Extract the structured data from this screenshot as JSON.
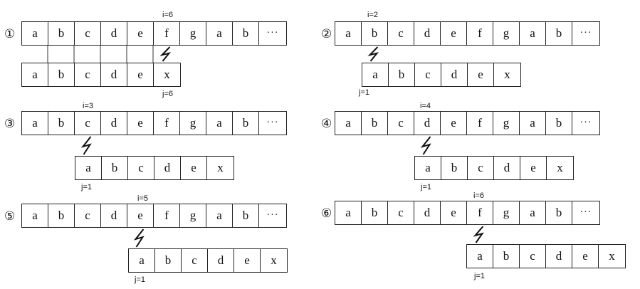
{
  "panels": [
    {
      "num": "①",
      "i_label": "i=6",
      "j_label": "j=6"
    },
    {
      "num": "②",
      "i_label": "i=2",
      "j_label": "j=1"
    },
    {
      "num": "③",
      "i_label": "i=3",
      "j_label": "j=1"
    },
    {
      "num": "④",
      "i_label": "i=4",
      "j_label": "j=1"
    },
    {
      "num": "⑤",
      "i_label": "i=5",
      "j_label": "j=1"
    },
    {
      "num": "⑥",
      "i_label": "i=6",
      "j_label": "j=1"
    }
  ],
  "main_string": [
    "a",
    "b",
    "c",
    "d",
    "e",
    "f",
    "g",
    "a",
    "b",
    "···"
  ],
  "pattern_string": [
    "a",
    "b",
    "c",
    "d",
    "e",
    "x"
  ]
}
